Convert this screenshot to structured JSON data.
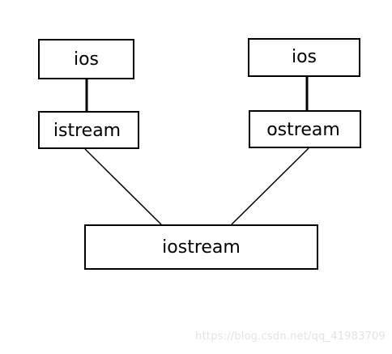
{
  "diagram": {
    "nodes": {
      "ios_left": "ios",
      "ios_right": "ios",
      "istream": "istream",
      "ostream": "ostream",
      "iostream": "iostream"
    },
    "edges": [
      {
        "from": "ios_left",
        "to": "istream"
      },
      {
        "from": "ios_right",
        "to": "ostream"
      },
      {
        "from": "istream",
        "to": "iostream"
      },
      {
        "from": "ostream",
        "to": "iostream"
      }
    ]
  },
  "watermark": "https://blog.csdn.net/qq_41983709",
  "colors": {
    "line": "#000000",
    "box_border": "#000000",
    "background": "#ffffff",
    "watermark": "#e3e3e3"
  }
}
